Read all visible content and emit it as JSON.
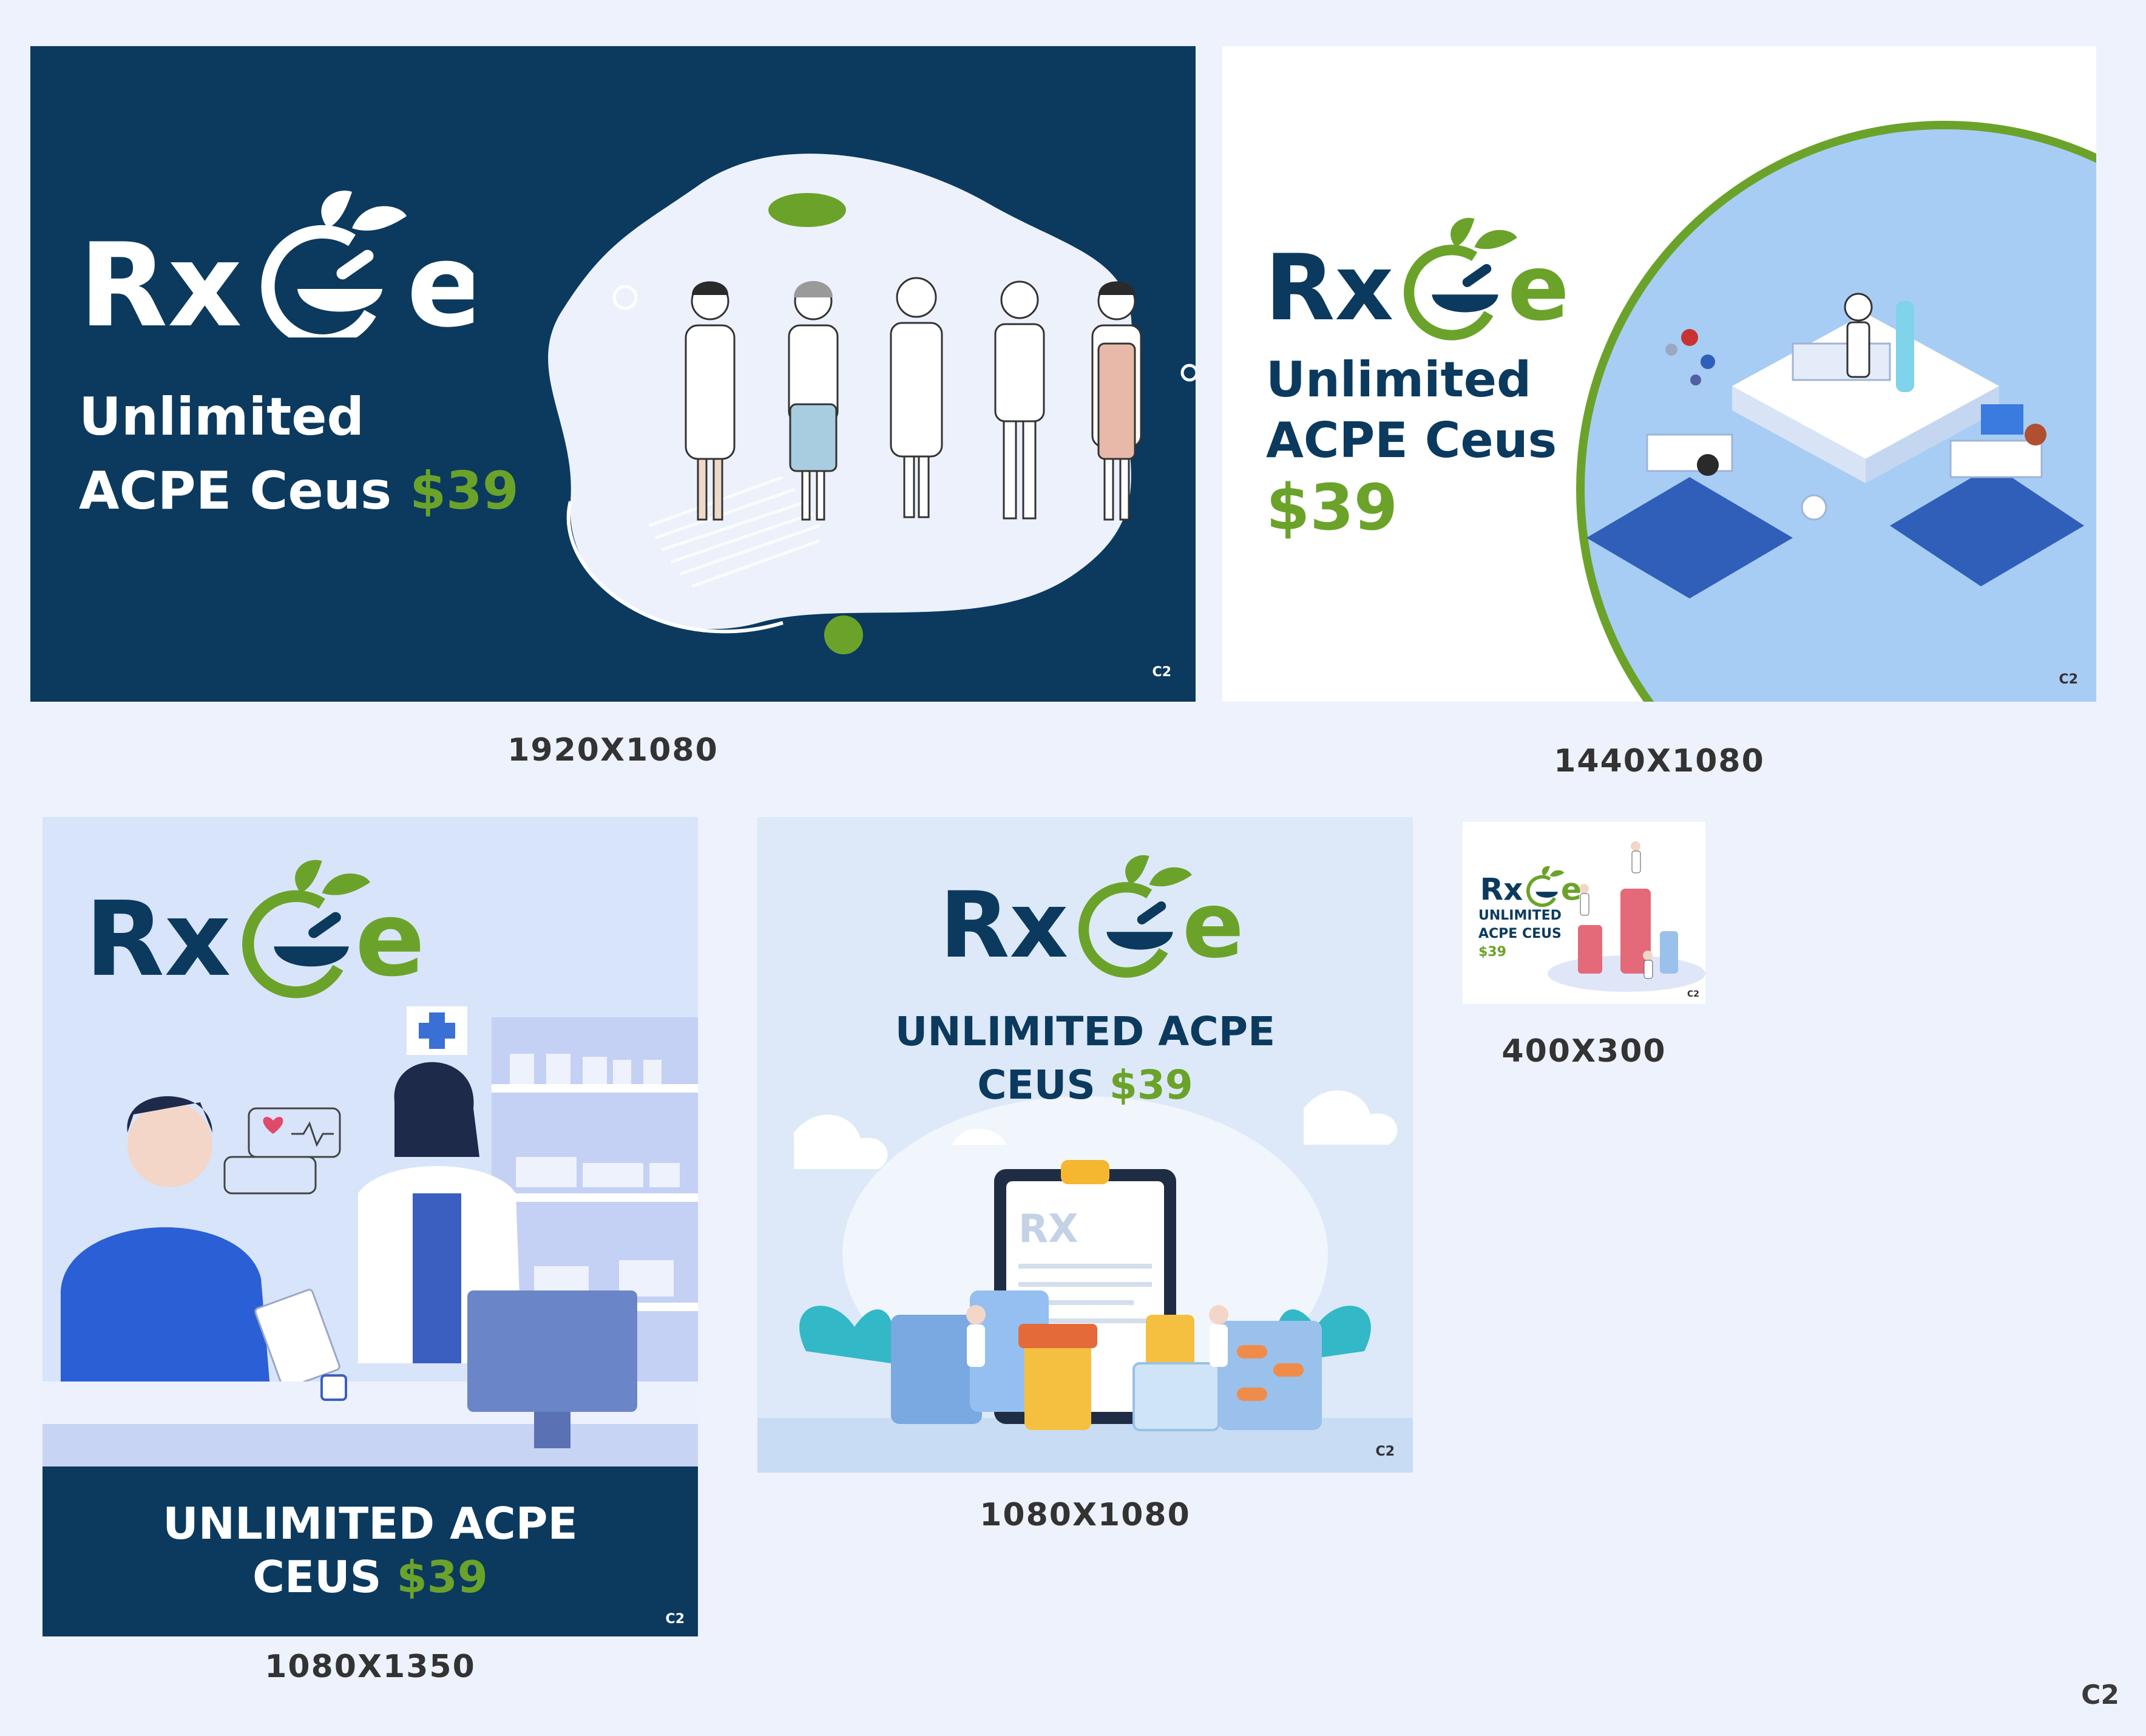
{
  "brand": {
    "logo_text_left": "Rx",
    "logo_text_right": "e",
    "navy": "#0b3a5e",
    "green": "#6ba32a",
    "light_blue": "#a8cdf4"
  },
  "banners": [
    {
      "id": "b1920",
      "headline_line1": "Unlimited",
      "headline_line2": "ACPE Ceus",
      "price": "$39",
      "code": "C2",
      "size_label": "1920X1080"
    },
    {
      "id": "b1440",
      "headline_line1": "Unlimited",
      "headline_line2": "ACPE Ceus",
      "price": "$39",
      "code": "C2",
      "size_label": "1440X1080"
    },
    {
      "id": "b1080x1350",
      "headline_line1": "UNLIMITED ACPE",
      "headline_line2": "CEUS",
      "price": "$39",
      "code": "C2",
      "size_label": "1080X1350"
    },
    {
      "id": "b1080x1080",
      "headline_line1": "UNLIMITED ACPE",
      "headline_line2": "CEUS",
      "price": "$39",
      "clipboard_text": "RX",
      "code": "C2",
      "size_label": "1080X1080"
    },
    {
      "id": "b400x300",
      "headline_line1": "UNLIMITED",
      "headline_line2": "ACPE CEUS",
      "price": "$39",
      "code": "C2",
      "size_label": "400X300"
    }
  ],
  "page_code": "C2",
  "icons": [
    "mortar-pestle-logo-icon",
    "leaf-icon",
    "pharmacy-cross-icon",
    "heart-icon"
  ]
}
